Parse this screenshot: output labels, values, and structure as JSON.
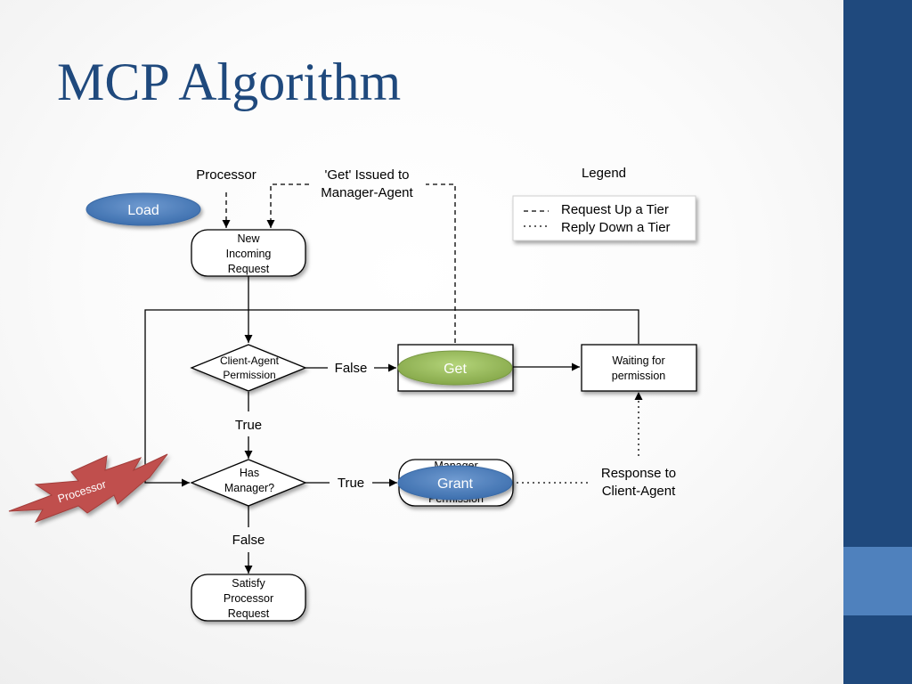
{
  "slide": {
    "title": "MCP Algorithm",
    "colors": {
      "title": "#1f497d",
      "bar": "#1f497d",
      "bar_accent": "#4f81bd"
    }
  },
  "diagram": {
    "labels": {
      "processor_top": "Processor",
      "get_issued": [
        "'Get' Issued to",
        "Manager-Agent"
      ],
      "legend_title": "Legend",
      "false_1": "False",
      "true_1": "True",
      "true_2": "True",
      "false_2": "False",
      "response": [
        "Response to",
        "Client-Agent"
      ]
    },
    "nodes": {
      "new_request": [
        "New",
        "Incoming",
        "Request"
      ],
      "client_agent": [
        "Client-Agent",
        "Permission"
      ],
      "has_manager": [
        "Has",
        "Manager?"
      ],
      "waiting": [
        "Waiting for",
        "permission"
      ],
      "manager_permission": [
        "Manager",
        "Permission"
      ],
      "satisfy": [
        "Satisfy",
        "Processor",
        "Request"
      ]
    },
    "legend": {
      "dashed": "Request Up a Tier",
      "dotted": "Reply Down a Tier"
    },
    "tokens": {
      "load": "Load",
      "get": "Get",
      "grant": "Grant",
      "processor_burst": "Processor"
    },
    "colors": {
      "load_token": "#4f81bd",
      "get_token": "#9bbb59",
      "grant_token": "#4f81bd",
      "burst": "#c0504d"
    }
  }
}
